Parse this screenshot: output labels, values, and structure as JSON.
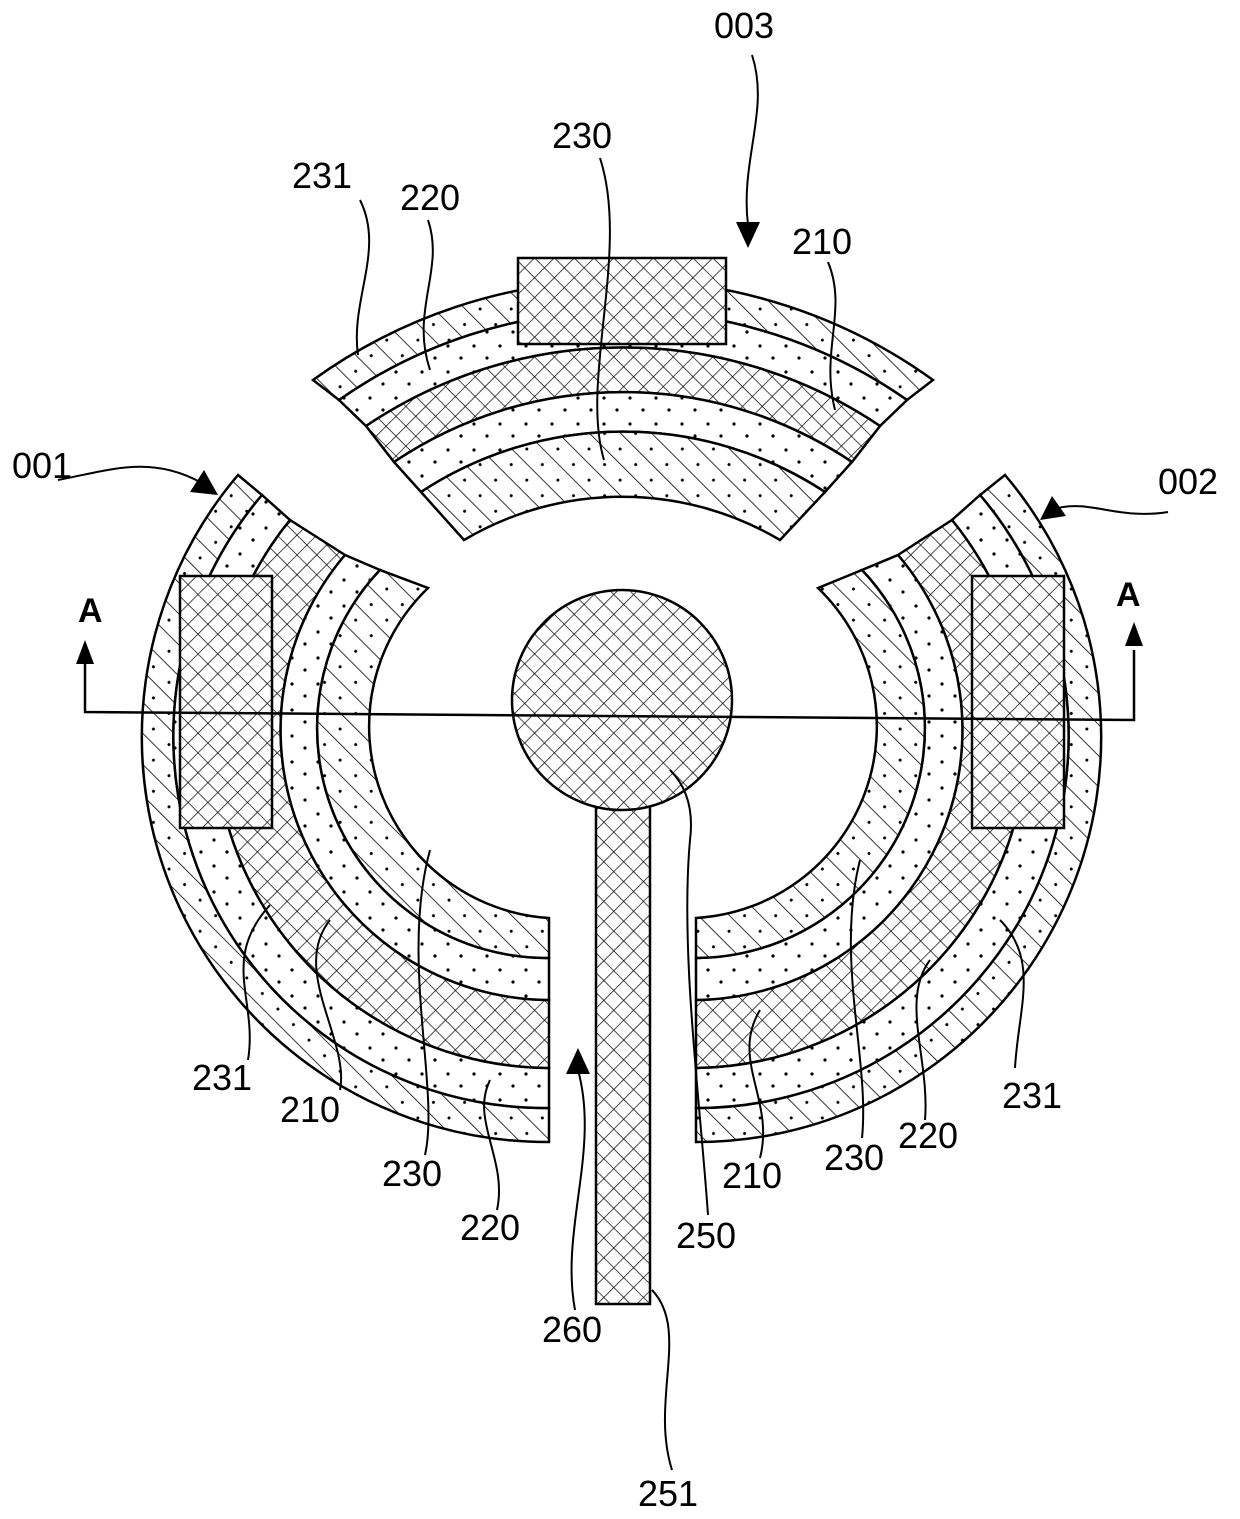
{
  "labels": {
    "device_top": "003",
    "device_left": "001",
    "device_right": "002",
    "section_mark": "A",
    "top_231": "231",
    "top_220": "220",
    "top_230": "230",
    "top_210": "210",
    "left_231": "231",
    "left_210": "210",
    "left_230": "230",
    "left_220": "220",
    "right_231": "231",
    "right_220": "220",
    "right_230": "230",
    "right_210": "210",
    "gap_260": "260",
    "pad_250": "250",
    "line_251": "251"
  },
  "fills": {
    "dotted": "#ffffff",
    "hatched": "#ffffff",
    "crosshatched": "#ffffff",
    "ink": "#000000"
  },
  "icons": {
    "arrow": "arrow-icon",
    "section_arrow": "section-arrow-icon"
  }
}
